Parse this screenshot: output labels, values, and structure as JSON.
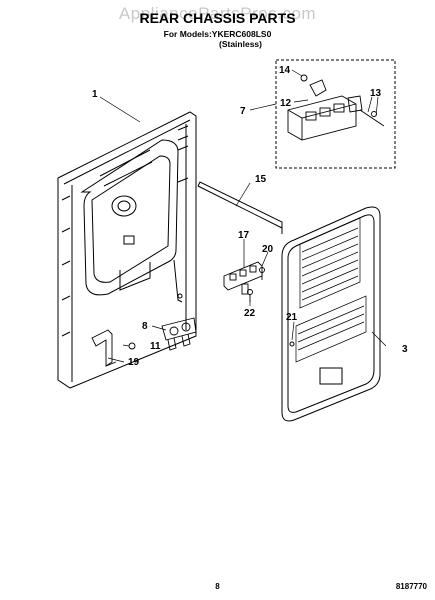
{
  "header": {
    "watermark": "AppliancePartsPros.com",
    "title": "REAR CHASSIS PARTS",
    "models": "For Models:YKERC608LS0",
    "finish": "(Stainless)"
  },
  "callouts": {
    "c1": "1",
    "c3": "3",
    "c7": "7",
    "c8": "8",
    "c11": "11",
    "c12": "12",
    "c13": "13",
    "c14": "14",
    "c15": "15",
    "c17": "17",
    "c19": "19",
    "c20": "20",
    "c21": "21",
    "c22": "22"
  },
  "footer": {
    "page_number": "8",
    "doc_number": "8187770"
  }
}
